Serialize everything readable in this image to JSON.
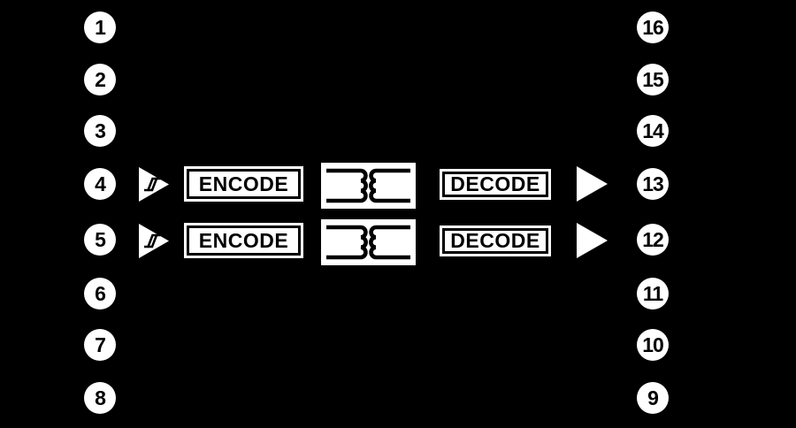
{
  "figure": {
    "background_color": "#000000",
    "element_color": "#ffffff",
    "ink_color": "#000000",
    "left_pins": [
      "1",
      "2",
      "3",
      "4",
      "5",
      "6",
      "7",
      "8"
    ],
    "right_pins": [
      "16",
      "15",
      "14",
      "13",
      "12",
      "11",
      "10",
      "9"
    ],
    "channels": [
      {
        "input_icon": "schmitt-trigger-icon",
        "encode_label": "ENCODE",
        "coupler_icon": "isolation-transformer-icon",
        "decode_label": "DECODE",
        "output_icon": "buffer-triangle-icon"
      },
      {
        "input_icon": "schmitt-trigger-icon",
        "encode_label": "ENCODE",
        "coupler_icon": "isolation-transformer-icon",
        "decode_label": "DECODE",
        "output_icon": "buffer-triangle-icon"
      }
    ]
  }
}
